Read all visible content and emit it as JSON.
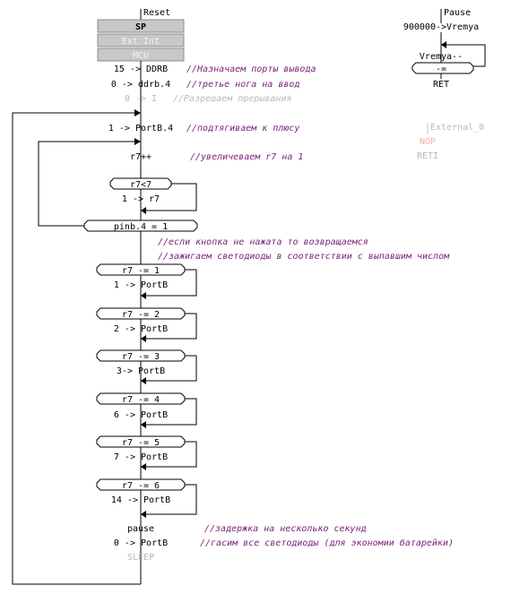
{
  "reset": {
    "label": "Reset"
  },
  "panel": {
    "sp": "SP",
    "ext_int": "Ext Int",
    "mcu": "MCU"
  },
  "steps": [
    {
      "code": "15 -> DDRB",
      "comment": "//Назначаем порты вывода"
    },
    {
      "code": "0 -> ddrb.4",
      "comment": "//третье нога на ввод"
    },
    {
      "code": "0 -> I",
      "comment": "//Разрешаем прерывания"
    },
    {
      "code": "1 -> PortB.4",
      "comment": "//подтягиваем к плюсу"
    },
    {
      "code": "r7++",
      "comment": "//увеличеваем r7 на 1"
    }
  ],
  "loop": {
    "condition": "r7<7",
    "reset": "1 -> r7",
    "pin_check": "pinb.4 = 1",
    "comment1": "//если кнопка не нажата то возвращаемся",
    "comment2": "//зажигаем светодиоды в соответствии с выпавшим числом"
  },
  "cases": [
    {
      "cond": "r7 -= 1",
      "action": "1 -> PortB"
    },
    {
      "cond": "r7 -= 2",
      "action": "2 -> PortB"
    },
    {
      "cond": "r7 -= 3",
      "action": "3-> PortB"
    },
    {
      "cond": "r7 -= 4",
      "action": "6 -> PortB"
    },
    {
      "cond": "r7 -= 5",
      "action": "7 -> PortB"
    },
    {
      "cond": "r7 -= 6",
      "action": "14 -> PortB"
    }
  ],
  "tail": [
    {
      "code": "pause",
      "comment": "//задержка на несколько секунд"
    },
    {
      "code": "0 -> PortB",
      "comment": "//гасим все светодиоды (для экономии батарейки)"
    },
    {
      "code": "SLEEP"
    }
  ],
  "pause": {
    "label": "Pause",
    "init": "900000->Vremya",
    "decrement": "Vremya--",
    "condition": "-=",
    "ret": "RET"
  },
  "external0": {
    "label": "External_0",
    "nop": "NOP",
    "reti": "RETI"
  },
  "colors": {
    "comment": "#7a1f7a",
    "disabled": "#b9b9b9",
    "nop": "#f0b0b0",
    "panel": "#c8c8c8"
  }
}
